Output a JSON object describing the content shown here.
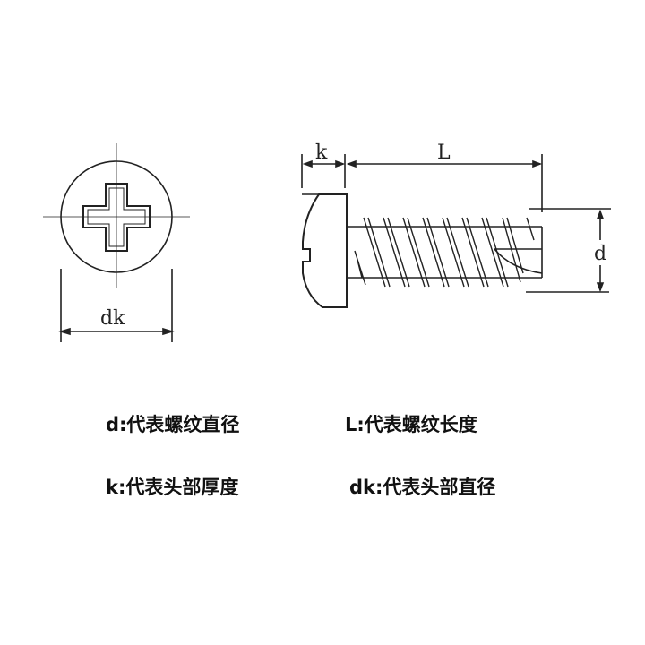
{
  "diagram": {
    "labels": {
      "k": "k",
      "L": "L",
      "d": "d",
      "dk": "dk"
    }
  },
  "legend": [
    {
      "text": "d:代表螺纹直径"
    },
    {
      "text": "L:代表螺纹长度"
    },
    {
      "text": "k:代表头部厚度"
    },
    {
      "text": "dk:代表头部直径"
    }
  ]
}
